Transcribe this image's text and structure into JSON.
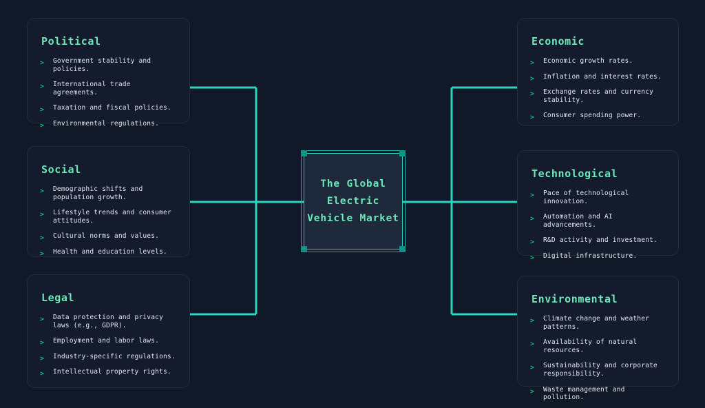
{
  "diagram": {
    "type": "pestle-analysis-mindmap",
    "center": {
      "label": "The Global\nElectric\nVehicle Market",
      "selected": true
    },
    "colors": {
      "page_background": "#111827",
      "card_background": "#141b2d",
      "card_border": "#222b3f",
      "heading": "#6ee7b7",
      "body_text": "#e2e8f0",
      "bullet": "#10b981",
      "connector": "#2dd4bf",
      "center_background": "#1e293b",
      "selection_handle": "#0d9488"
    },
    "bullet_glyph": ">",
    "branches": [
      {
        "id": "political",
        "side": "left",
        "title": "Political",
        "items": [
          "Government stability and policies.",
          "International trade agreements.",
          "Taxation and fiscal policies.",
          "Environmental regulations."
        ]
      },
      {
        "id": "social",
        "side": "left",
        "title": "Social",
        "items": [
          "Demographic shifts and population growth.",
          "Lifestyle trends and consumer attitudes.",
          "Cultural norms and values.",
          "Health and education levels."
        ]
      },
      {
        "id": "legal",
        "side": "left",
        "title": "Legal",
        "items": [
          "Data protection and privacy laws (e.g., GDPR).",
          "Employment and labor laws.",
          "Industry-specific regulations.",
          "Intellectual property rights."
        ]
      },
      {
        "id": "economic",
        "side": "right",
        "title": "Economic",
        "items": [
          "Economic growth rates.",
          "Inflation and interest rates.",
          "Exchange rates and currency stability.",
          "Consumer spending power."
        ]
      },
      {
        "id": "technological",
        "side": "right",
        "title": "Technological",
        "items": [
          "Pace of technological innovation.",
          "Automation and AI advancements.",
          "R&D activity and investment.",
          "Digital infrastructure."
        ]
      },
      {
        "id": "environmental",
        "side": "right",
        "title": "Environmental",
        "items": [
          "Climate change and weather patterns.",
          "Availability of natural resources.",
          "Sustainability and corporate responsibility.",
          "Waste management and pollution."
        ]
      }
    ]
  }
}
